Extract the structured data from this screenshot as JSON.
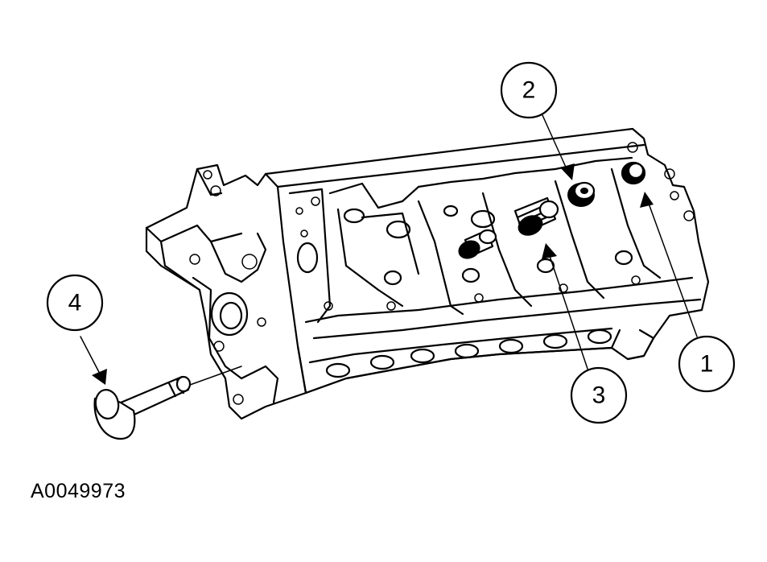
{
  "diagram": {
    "figure_id": "A0049973",
    "callouts": [
      {
        "id": "1",
        "label": "1"
      },
      {
        "id": "2",
        "label": "2"
      },
      {
        "id": "3",
        "label": "3"
      },
      {
        "id": "4",
        "label": "4"
      }
    ]
  },
  "colors": {
    "line": "#000000",
    "background": "#ffffff"
  }
}
